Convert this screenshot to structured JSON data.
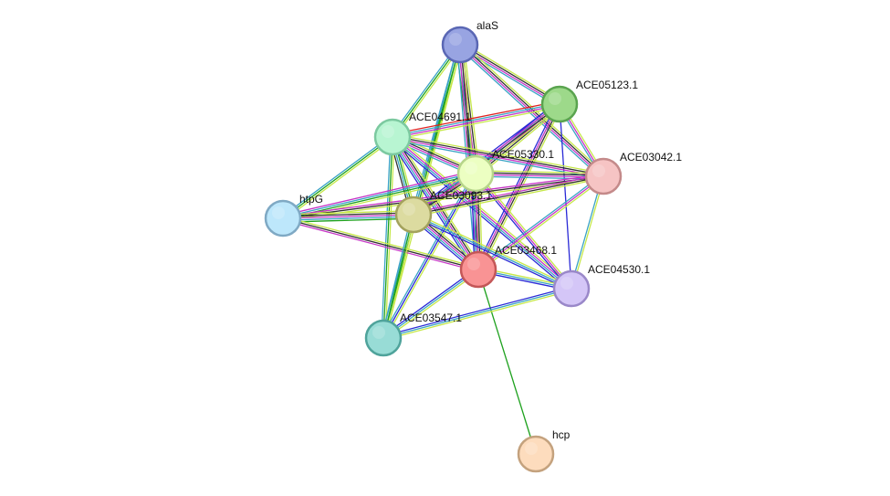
{
  "nodes": [
    {
      "id": "alaS",
      "label": "alaS",
      "fill": "#98a4e2",
      "stroke": "#5a67b4"
    },
    {
      "id": "ACE05123.1",
      "label": "ACE05123.1",
      "fill": "#9dd98a",
      "stroke": "#5aa44f"
    },
    {
      "id": "ACE04691.1",
      "label": "ACE04691.1",
      "fill": "#b8f5d2",
      "stroke": "#7cc9a0"
    },
    {
      "id": "ACE05330.1",
      "label": "ACE05330.1",
      "fill": "#ecffc2",
      "stroke": "#b6d58a"
    },
    {
      "id": "ACE03042.1",
      "label": "ACE03042.1",
      "fill": "#f6c4c4",
      "stroke": "#c48a8a"
    },
    {
      "id": "htpG",
      "label": "htpG",
      "fill": "#bde7fb",
      "stroke": "#7fa9c4"
    },
    {
      "id": "ACE03093.1",
      "label": "ACE03093.1",
      "fill": "#dcdba0",
      "stroke": "#a3a25c"
    },
    {
      "id": "ACE03468.1",
      "label": "ACE03468.1",
      "fill": "#f99394",
      "stroke": "#c45758"
    },
    {
      "id": "ACE04530.1",
      "label": "ACE04530.1",
      "fill": "#d4c6f7",
      "stroke": "#9a88c9"
    },
    {
      "id": "ACE03547.1",
      "label": "ACE03547.1",
      "fill": "#98dcd6",
      "stroke": "#4fa39b"
    },
    {
      "id": "hcp",
      "label": "hcp",
      "fill": "#fddcbd",
      "stroke": "#c4a27e"
    }
  ],
  "edge_colors": {
    "text_mining": "#c6e84a",
    "coexpression": "#333333",
    "experiments": "#c635c6",
    "databases": "#3aa3c5",
    "neighborhood": "#1ea11e",
    "cooccurrence": "#2a2ad6",
    "gene_fusion": "#e02020",
    "homology": "#a0a0ff"
  },
  "edges": [
    {
      "source": "alaS",
      "target": "ACE05123.1",
      "types": [
        "text_mining",
        "coexpression",
        "experiments",
        "databases"
      ]
    },
    {
      "source": "alaS",
      "target": "ACE04691.1",
      "types": [
        "text_mining",
        "neighborhood",
        "databases"
      ]
    },
    {
      "source": "alaS",
      "target": "ACE05330.1",
      "types": [
        "text_mining",
        "coexpression",
        "experiments",
        "databases",
        "neighborhood"
      ]
    },
    {
      "source": "alaS",
      "target": "ACE03042.1",
      "types": [
        "text_mining",
        "coexpression",
        "experiments",
        "databases"
      ]
    },
    {
      "source": "alaS",
      "target": "ACE03093.1",
      "types": [
        "text_mining",
        "neighborhood",
        "databases"
      ]
    },
    {
      "source": "alaS",
      "target": "ACE03468.1",
      "types": [
        "text_mining",
        "coexpression",
        "experiments",
        "databases"
      ]
    },
    {
      "source": "alaS",
      "target": "ACE03547.1",
      "types": [
        "text_mining",
        "neighborhood",
        "databases"
      ]
    },
    {
      "source": "ACE05123.1",
      "target": "ACE04691.1",
      "types": [
        "text_mining",
        "experiments",
        "databases",
        "gene_fusion"
      ]
    },
    {
      "source": "ACE05123.1",
      "target": "ACE05330.1",
      "types": [
        "text_mining",
        "coexpression",
        "experiments",
        "databases",
        "cooccurrence"
      ]
    },
    {
      "source": "ACE05123.1",
      "target": "ACE03042.1",
      "types": [
        "text_mining",
        "experiments",
        "databases"
      ]
    },
    {
      "source": "ACE05123.1",
      "target": "ACE03093.1",
      "types": [
        "text_mining",
        "coexpression",
        "experiments",
        "cooccurrence"
      ]
    },
    {
      "source": "ACE05123.1",
      "target": "ACE03468.1",
      "types": [
        "text_mining",
        "coexpression",
        "experiments",
        "cooccurrence"
      ]
    },
    {
      "source": "ACE05123.1",
      "target": "ACE04530.1",
      "types": [
        "cooccurrence"
      ]
    },
    {
      "source": "ACE04691.1",
      "target": "ACE05330.1",
      "types": [
        "text_mining",
        "coexpression",
        "experiments",
        "databases"
      ]
    },
    {
      "source": "ACE04691.1",
      "target": "ACE03042.1",
      "types": [
        "text_mining",
        "coexpression",
        "experiments",
        "databases"
      ]
    },
    {
      "source": "ACE04691.1",
      "target": "htpG",
      "types": [
        "text_mining",
        "neighborhood",
        "databases"
      ]
    },
    {
      "source": "ACE04691.1",
      "target": "ACE03093.1",
      "types": [
        "text_mining",
        "neighborhood",
        "databases",
        "coexpression"
      ]
    },
    {
      "source": "ACE04691.1",
      "target": "ACE03468.1",
      "types": [
        "text_mining",
        "coexpression",
        "experiments",
        "databases",
        "cooccurrence"
      ]
    },
    {
      "source": "ACE04691.1",
      "target": "ACE04530.1",
      "types": [
        "text_mining",
        "experiments",
        "databases",
        "cooccurrence"
      ]
    },
    {
      "source": "ACE04691.1",
      "target": "ACE03547.1",
      "types": [
        "text_mining",
        "neighborhood",
        "databases"
      ]
    },
    {
      "source": "ACE05330.1",
      "target": "ACE03042.1",
      "types": [
        "text_mining",
        "coexpression",
        "experiments",
        "databases"
      ]
    },
    {
      "source": "ACE05330.1",
      "target": "htpG",
      "types": [
        "text_mining",
        "neighborhood",
        "databases",
        "experiments"
      ]
    },
    {
      "source": "ACE05330.1",
      "target": "ACE03093.1",
      "types": [
        "text_mining",
        "coexpression",
        "experiments",
        "databases"
      ]
    },
    {
      "source": "ACE05330.1",
      "target": "ACE03468.1",
      "types": [
        "text_mining",
        "coexpression",
        "experiments",
        "databases",
        "cooccurrence"
      ]
    },
    {
      "source": "ACE05330.1",
      "target": "ACE04530.1",
      "types": [
        "text_mining",
        "experiments",
        "cooccurrence"
      ]
    },
    {
      "source": "ACE05330.1",
      "target": "ACE03547.1",
      "types": [
        "text_mining",
        "cooccurrence",
        "databases"
      ]
    },
    {
      "source": "ACE03042.1",
      "target": "htpG",
      "types": [
        "text_mining",
        "coexpression",
        "experiments"
      ]
    },
    {
      "source": "ACE03042.1",
      "target": "ACE03093.1",
      "types": [
        "text_mining",
        "coexpression",
        "experiments"
      ]
    },
    {
      "source": "ACE03042.1",
      "target": "ACE03468.1",
      "types": [
        "text_mining",
        "experiments",
        "databases"
      ]
    },
    {
      "source": "ACE03042.1",
      "target": "ACE04530.1",
      "types": [
        "text_mining",
        "databases"
      ]
    },
    {
      "source": "htpG",
      "target": "ACE03093.1",
      "types": [
        "text_mining",
        "coexpression",
        "experiments",
        "databases",
        "neighborhood"
      ]
    },
    {
      "source": "htpG",
      "target": "ACE03468.1",
      "types": [
        "text_mining",
        "coexpression",
        "experiments"
      ]
    },
    {
      "source": "ACE03093.1",
      "target": "ACE03468.1",
      "types": [
        "text_mining",
        "coexpression",
        "experiments",
        "databases",
        "cooccurrence"
      ]
    },
    {
      "source": "ACE03093.1",
      "target": "ACE04530.1",
      "types": [
        "text_mining",
        "databases",
        "cooccurrence"
      ]
    },
    {
      "source": "ACE03093.1",
      "target": "ACE03547.1",
      "types": [
        "text_mining",
        "neighborhood",
        "databases"
      ]
    },
    {
      "source": "ACE03468.1",
      "target": "ACE04530.1",
      "types": [
        "text_mining",
        "databases",
        "cooccurrence"
      ]
    },
    {
      "source": "ACE03468.1",
      "target": "ACE03547.1",
      "types": [
        "text_mining",
        "databases",
        "cooccurrence"
      ]
    },
    {
      "source": "ACE03468.1",
      "target": "hcp",
      "types": [
        "neighborhood"
      ]
    },
    {
      "source": "ACE04530.1",
      "target": "ACE03547.1",
      "types": [
        "text_mining",
        "databases",
        "cooccurrence"
      ]
    }
  ]
}
